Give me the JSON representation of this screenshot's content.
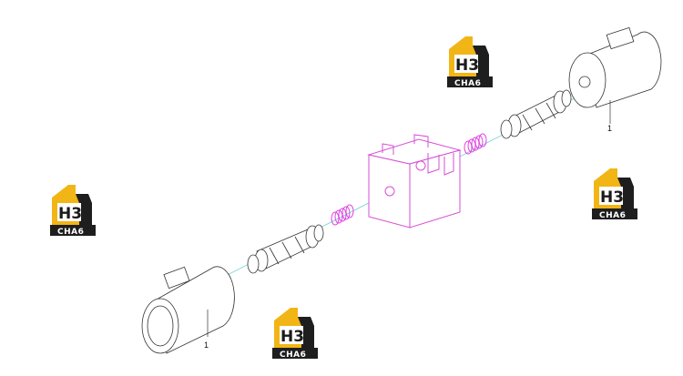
{
  "callouts": [
    {
      "label": "1"
    },
    {
      "label": "1"
    }
  ],
  "watermark": {
    "brand_mark": "H3",
    "brand_text": "CHA6",
    "colors": {
      "gold": "#F2B516",
      "dark": "#1E1E1E",
      "white": "#FFFFFF"
    }
  },
  "line_colors": {
    "block": "#D64FD6",
    "spring": "#E040E0",
    "centerline": "#6FD3D3",
    "part_outline": "#333333"
  }
}
